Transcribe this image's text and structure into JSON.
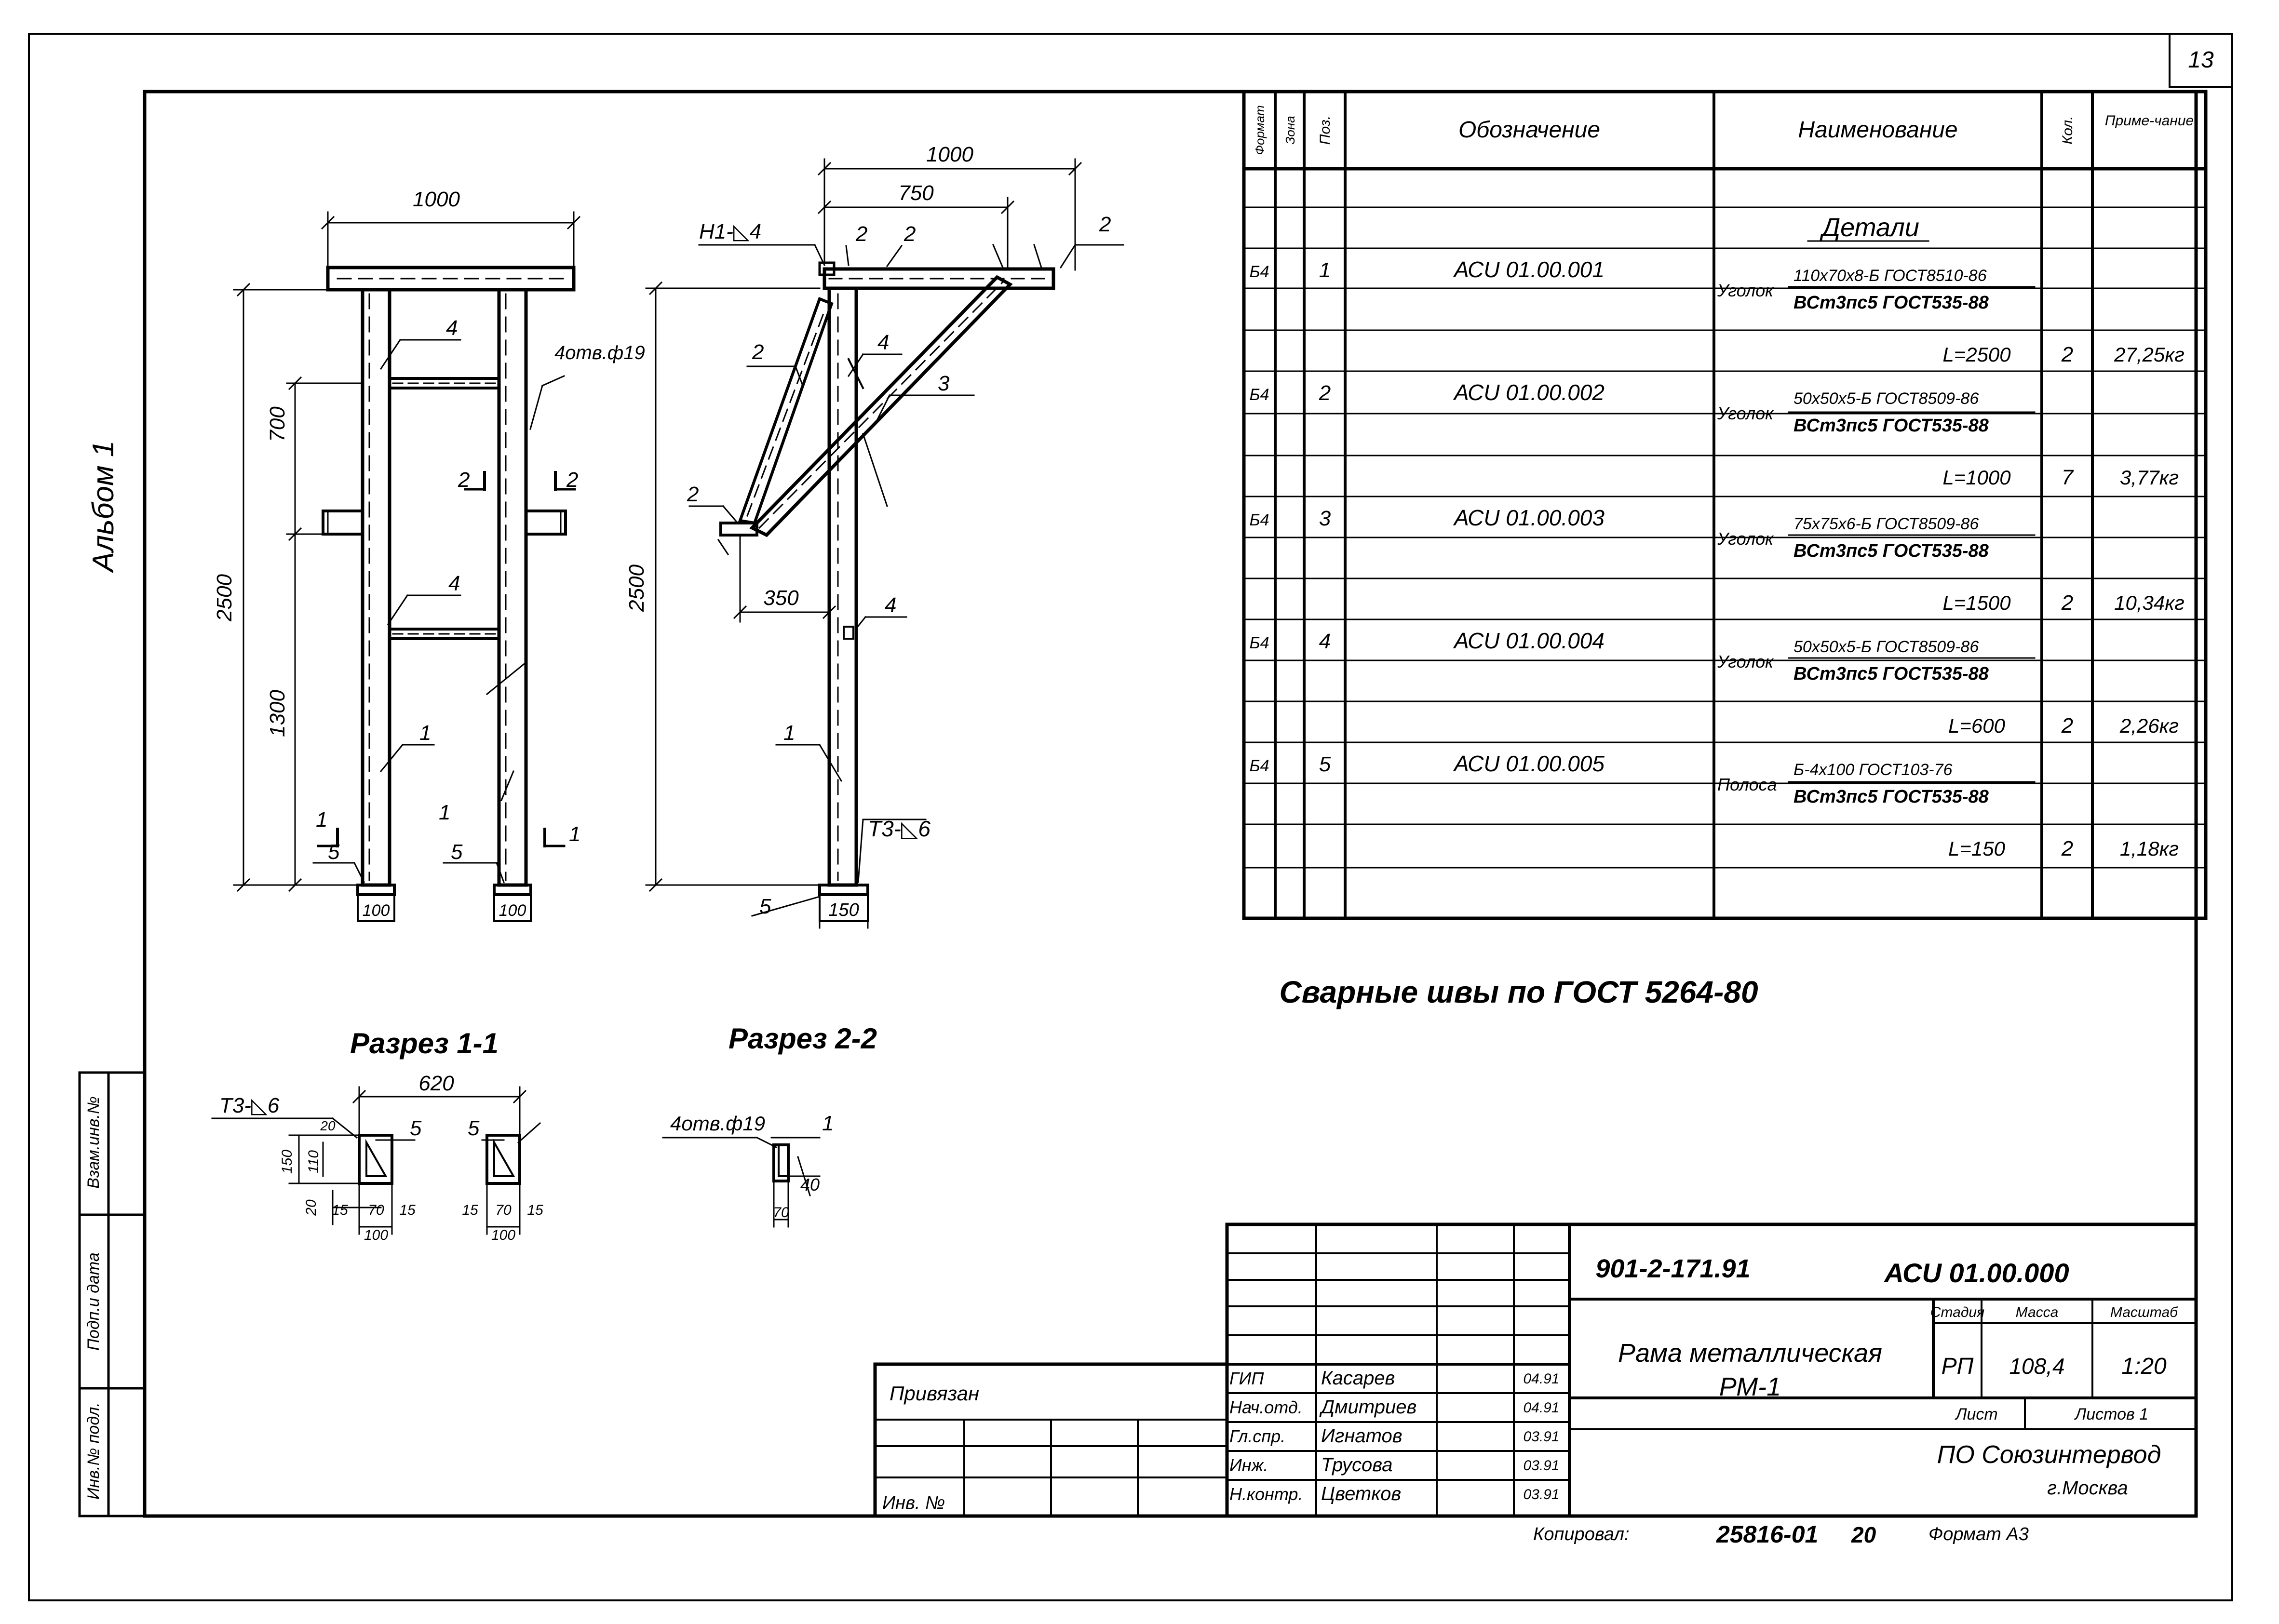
{
  "sheet": {
    "number": "13",
    "album": "Альбом 1"
  },
  "notes": {
    "welds": "Сварные швы по ГОСТ 5264-80"
  },
  "drawing": {
    "front": {
      "dim_width": "1000",
      "dim_total": "2500",
      "dim_upper": "700",
      "dim_lower": "1300",
      "hole_note": "4отв.ф19",
      "base_dim": "100",
      "pos_1": "1",
      "pos_4": "4",
      "pos_5": "5",
      "cut_1": "1",
      "cut_2": "2"
    },
    "side": {
      "dim_top": "1000",
      "dim_750": "750",
      "dim_350": "350",
      "dim_total": "2500",
      "dim_base": "150",
      "weld_top": "Н1-◺4",
      "weld_bottom": "Т3-◺6",
      "pos_1": "1",
      "pos_2": "2",
      "pos_3": "3",
      "pos_4": "4",
      "pos_5": "5"
    },
    "section11": {
      "title": "Разрез 1-1",
      "weld": "Т3-◺6",
      "dim_620": "620",
      "dim_150": "150",
      "dim_110": "110",
      "dim_20": "20",
      "dim_15": "15",
      "dim_70": "70",
      "dim_100": "100",
      "pos_5": "5"
    },
    "section22": {
      "title": "Разрез 2-2",
      "hole": "4отв.ф19",
      "pos_1": "1",
      "dim_40": "40",
      "dim_70": "70"
    }
  },
  "spec": {
    "headers": {
      "format": "Формат",
      "zone": "Зона",
      "pos": "Поз.",
      "designation": "Обозначение",
      "name": "Наименование",
      "qty": "Кол.",
      "note": "Приме-чание"
    },
    "section_title": "Детали",
    "items": [
      {
        "format": "Б4",
        "pos": "1",
        "designation": "АСU 01.00.001",
        "type": "Уголок",
        "profile": "110х70х8-Б ГОСТ8510-86",
        "steel": "ВСт3пс5 ГОСТ535-88",
        "length": "L=2500",
        "qty": "2",
        "mass": "27,25кг"
      },
      {
        "format": "Б4",
        "pos": "2",
        "designation": "АСU 01.00.002",
        "type": "Уголок",
        "profile": "50х50х5-Б ГОСТ8509-86",
        "steel": "ВСт3пс5 ГОСТ535-88",
        "length": "L=1000",
        "qty": "7",
        "mass": "3,77кг"
      },
      {
        "format": "Б4",
        "pos": "3",
        "designation": "АСU 01.00.003",
        "type": "Уголок",
        "profile": "75х75х6-Б ГОСТ8509-86",
        "steel": "ВСт3пс5 ГОСТ535-88",
        "length": "L=1500",
        "qty": "2",
        "mass": "10,34кг"
      },
      {
        "format": "Б4",
        "pos": "4",
        "designation": "АСU 01.00.004",
        "type": "Уголок",
        "profile": "50х50х5-Б ГОСТ8509-86",
        "steel": "ВСт3пс5 ГОСТ535-88",
        "length": "L=600",
        "qty": "2",
        "mass": "2,26кг"
      },
      {
        "format": "Б4",
        "pos": "5",
        "designation": "АСU 01.00.005",
        "type": "Полоса",
        "profile": "Б-4х100 ГОСТ103-76",
        "steel": "ВСт3пс5 ГОСТ535-88",
        "length": "L=150",
        "qty": "2",
        "mass": "1,18кг"
      }
    ]
  },
  "stamp": {
    "code": "901-2-171.91",
    "doc": "АСU 01.00.000",
    "title1": "Рама металлическая",
    "title2": "РМ-1",
    "stage_label": "Стадия",
    "mass_label": "Масса",
    "scale_label": "Масштаб",
    "stage": "РП",
    "mass": "108,4",
    "scale": "1:20",
    "sheet_label": "Лист",
    "sheets_label": "Листов 1",
    "org1": "ПО Союзинтервод",
    "org2": "г.Москва",
    "bound": "Привязан",
    "inv": "Инв. №",
    "people": [
      {
        "role": "ГИП",
        "name": "Касарев",
        "date": "04.91"
      },
      {
        "role": "Нач.отд.",
        "name": "Дмитриев",
        "date": "04.91"
      },
      {
        "role": "Гл.спр.",
        "name": "Игнатов",
        "date": "03.91"
      },
      {
        "role": "Инж.",
        "name": "Трусова",
        "date": "03.91"
      },
      {
        "role": "Н.контр.",
        "name": "Цветков",
        "date": "03.91"
      }
    ],
    "copy": "Копировал:",
    "copy_num": "25816-01",
    "copy_sheet": "20",
    "format": "Формат А3"
  },
  "side_stamp": {
    "inv_orig": "Инв.№ подл.",
    "sign_date": "Подп.и дата",
    "inv_repl": "Взам.инв.№"
  }
}
